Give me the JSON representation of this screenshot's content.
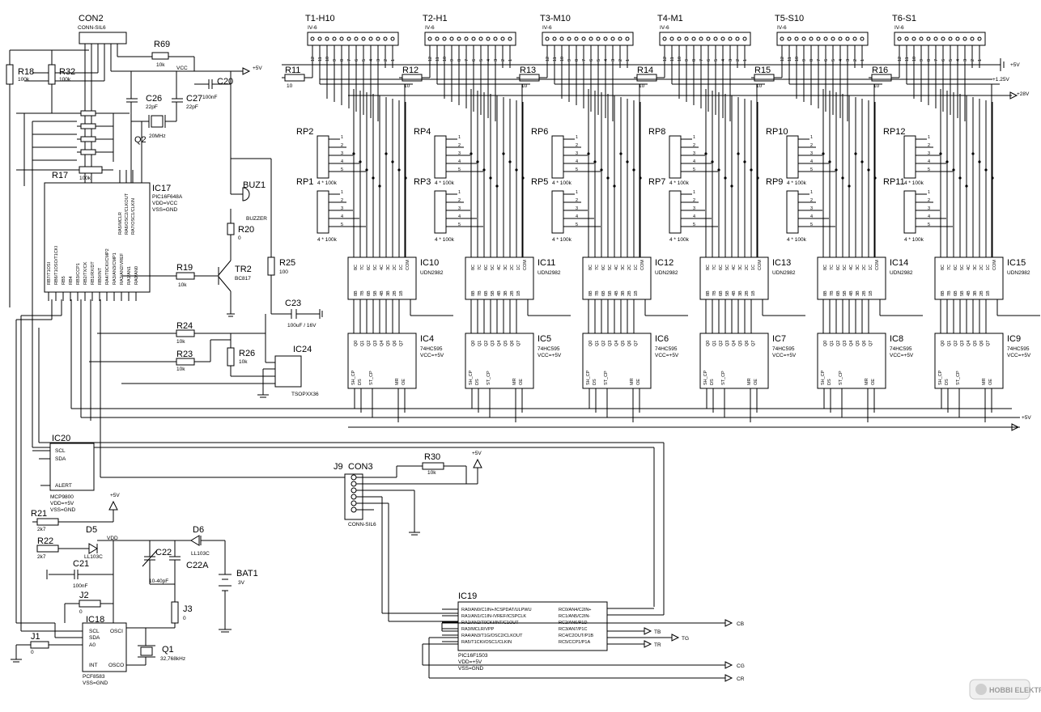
{
  "tubes": [
    {
      "name": "T1-H10",
      "type": "IV-6",
      "r": "R11",
      "rv": "10",
      "rpA": "RP1",
      "rpB": "RP2",
      "ic_d": "IC10",
      "ic_s": "IC4"
    },
    {
      "name": "T2-H1",
      "type": "IV-6",
      "r": "R12",
      "rv": "10",
      "rpA": "RP3",
      "rpB": "RP4",
      "ic_d": "IC11",
      "ic_s": "IC5"
    },
    {
      "name": "T3-M10",
      "type": "IV-6",
      "r": "R13",
      "rv": "10",
      "rpA": "RP5",
      "rpB": "RP6",
      "ic_d": "IC12",
      "ic_s": "IC6"
    },
    {
      "name": "T4-M1",
      "type": "IV-6",
      "r": "R14",
      "rv": "10",
      "rpA": "RP7",
      "rpB": "RP8",
      "ic_d": "IC13",
      "ic_s": "IC7"
    },
    {
      "name": "T5-S10",
      "type": "IV-6",
      "r": "R15",
      "rv": "10",
      "rpA": "RP9",
      "rpB": "RP10",
      "ic_d": "IC14",
      "ic_s": "IC8"
    },
    {
      "name": "T6-S1",
      "type": "IV-6",
      "r": "R16",
      "rv": "10",
      "rpA": "RP11",
      "rpB": "RP12",
      "ic_d": "IC15",
      "ic_s": "IC9"
    }
  ],
  "tube_pins": [
    "12",
    "11",
    "10",
    "9",
    "8",
    "7",
    "6",
    "5",
    "4",
    "3",
    "2",
    "1"
  ],
  "rp_value": "4 * 100k",
  "driver_part": "UDN2982",
  "driver_top_pins": [
    "8C",
    "7C",
    "6C",
    "5C",
    "4C",
    "3C",
    "2C",
    "1C",
    "COM"
  ],
  "driver_bot_pins": [
    "8B",
    "7B",
    "6B",
    "5B",
    "4B",
    "3B",
    "2B",
    "1B"
  ],
  "shift_part": "74HC595",
  "shift_vcc": "VCC=+5V",
  "shift_top_pins": [
    "Q0",
    "Q1",
    "Q2",
    "Q3",
    "Q4",
    "Q5",
    "Q6",
    "Q7"
  ],
  "shift_bot_pins": [
    "SH_CP",
    "DS",
    "ST_CP",
    "MR",
    "OE"
  ],
  "rails": {
    "v_plus5": "+5V",
    "v_1_25": "+1.25V",
    "v_28": "+28V",
    "vcc": "VCC",
    "vdd": "VDD"
  },
  "con2": {
    "name": "CON2",
    "part": "CONN-SIL6"
  },
  "r69": {
    "name": "R69",
    "value": "10k"
  },
  "r18": {
    "name": "R18",
    "value": "100k"
  },
  "r32": {
    "name": "R32",
    "value": "100k"
  },
  "r17": {
    "name": "R17",
    "value": "100k"
  },
  "c20": {
    "name": "C20",
    "value": "100nF"
  },
  "c26": {
    "name": "C26",
    "value": "22pF"
  },
  "c27": {
    "name": "C27",
    "value": "22pF"
  },
  "q2": {
    "name": "Q2",
    "value": "20MHz"
  },
  "ic17": {
    "name": "IC17",
    "part": "PIC16F648A",
    "vdd": "VDD=VCC",
    "vss": "VSS=GND"
  },
  "ic17_pins_top": [
    "RA5/MCLR",
    "RA6/OSC2/CLKOUT",
    "RA7/OSC1/CLKIN"
  ],
  "ic17_pins_bot": [
    "RB7/T1OSI",
    "RB6/T1OSO/T1CKI",
    "RB5",
    "RB4",
    "RB3/CCP1",
    "RB2/TX/CK",
    "RB1/RX/DT",
    "RB0/INT",
    "RA4/T0CKI/CMP2",
    "RA3/AN3/CMP1",
    "RA2/AN2/VREF",
    "RA1/AN1",
    "RA0/AN0"
  ],
  "buz1": {
    "name": "BUZ1",
    "part": "BUZZER"
  },
  "r20": {
    "name": "R20",
    "value": "0"
  },
  "r25": {
    "name": "R25",
    "value": "100"
  },
  "tr2": {
    "name": "TR2",
    "part": "BC817"
  },
  "r19": {
    "name": "R19",
    "value": "10k"
  },
  "r24": {
    "name": "R24",
    "value": "10k"
  },
  "r23": {
    "name": "R23",
    "value": "10k"
  },
  "r26": {
    "name": "R26",
    "value": "10k"
  },
  "c23": {
    "name": "C23",
    "value": "100uF / 16V"
  },
  "ic24": {
    "name": "IC24",
    "part": "TSOPXX36"
  },
  "ic20": {
    "name": "IC20",
    "part": "MCP9800",
    "vdd": "VDD=+5V",
    "vss": "VSS=GND",
    "pins": [
      "SCL",
      "SDA",
      "ALERT"
    ]
  },
  "r21": {
    "name": "R21",
    "value": "2k7"
  },
  "r22": {
    "name": "R22",
    "value": "2k7"
  },
  "d5": {
    "name": "D5",
    "part": "LL103C"
  },
  "d6": {
    "name": "D6",
    "part": "LL103C"
  },
  "c21": {
    "name": "C21",
    "value": "100nF"
  },
  "c22": {
    "name": "C22",
    "value": "10-40pF"
  },
  "c22a": {
    "name": "C22A"
  },
  "bat1": {
    "name": "BAT1",
    "value": "3V"
  },
  "j1": {
    "name": "J1",
    "value": "0"
  },
  "j2": {
    "name": "J2",
    "value": "0"
  },
  "j3": {
    "name": "J3",
    "value": "0"
  },
  "ic18": {
    "name": "IC18",
    "part": "PCF8583",
    "vss": "VSS=GND",
    "pins": [
      "SCL",
      "SDA",
      "A0",
      "INT",
      "OSCI",
      "OSCO"
    ]
  },
  "q1": {
    "name": "Q1",
    "value": "32,768kHz"
  },
  "j9": {
    "name": "J9"
  },
  "con3": {
    "name": "CON3",
    "part": "CONN-SIL6"
  },
  "r30": {
    "name": "R30",
    "value": "10k"
  },
  "ic19": {
    "name": "IC19",
    "part": "PIC16F1503",
    "vdd": "VDD=+5V",
    "vss": "VSS=GND"
  },
  "ic19_left": [
    "RA0/AN0/C1IN+/ICSPDAT/ULPWU",
    "RA1/AN1/C1IN-/VREF/ICSPCLK",
    "RA2/AN2/T0CKI/INT/C1OUT",
    "RA3/MCLR/VPP",
    "RA4/AN3/T1G/OSC2/CLKOUT",
    "RA5/T1CKI/OSC1/CLKIN"
  ],
  "ic19_right": [
    "RC0/AN4/C2IN+",
    "RC1/AN5/C2IN-",
    "RC2/AN6/P1D",
    "RC3/AN7/P1C",
    "RC4/C2OUT/P1B",
    "RC5/CCP1/P1A"
  ],
  "outputs": {
    "tb": "TB",
    "tg": "TG",
    "tr": "TR",
    "cb": "CB",
    "cg": "CG",
    "cr": "CR"
  },
  "watermark": "HOBBI ELEKTRONIKA"
}
